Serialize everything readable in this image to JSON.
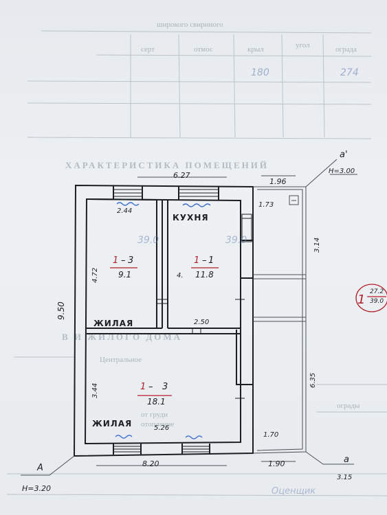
{
  "faint_header": {
    "top_label": "широкого свирнного",
    "cols": [
      "серт",
      "отмос",
      "крыл",
      "угол",
      "ограда"
    ],
    "values": [
      "180",
      "274"
    ],
    "section_title": "ХАРАКТЕРИСТИКА ПОМЕЩЕНИЙ",
    "lower_title": "В И  ЖИЛОГО ДОМА",
    "side_text": "Центральное",
    "faint_lines": [
      "от груди",
      "отопление",
      "ограды"
    ]
  },
  "plan": {
    "dims": {
      "top_total": "6.27",
      "top_right": "1.96",
      "left_height": "9.50",
      "room_top_left_width": "2.44",
      "room_top_left_height": "4.72",
      "kitchen_height": "4.",
      "right_small": "1.73",
      "right_vert_1": "3.14",
      "right_vert_2": "6.35",
      "middle_width": "2.50",
      "lower_left_height": "3.44",
      "lower_width": "5.26",
      "bottom_total": "8.20",
      "bottom_right_width": "1.70",
      "bottom_right": "1.90",
      "corner_right": "3.15"
    },
    "corners": {
      "top_right_letter": "a'",
      "top_right_height": "H=3.00",
      "bottom_left_letter": "A",
      "bottom_left_height": "H=3.20",
      "bottom_right_letter": "a"
    },
    "rooms": [
      {
        "id": "1",
        "num": "3",
        "area": "9.1",
        "label": "ЖИЛАЯ"
      },
      {
        "id": "1",
        "num": "1",
        "area": "11.8",
        "label": "КУХНЯ"
      },
      {
        "id": "1",
        "num": "3",
        "area": "18.1",
        "label": "ЖИЛАЯ"
      }
    ],
    "faint_room_area": "39.0",
    "circle_stamp": {
      "num": "1",
      "top": "27.2",
      "bottom": "39.0"
    }
  },
  "bottom_faint": "Оценщик"
}
